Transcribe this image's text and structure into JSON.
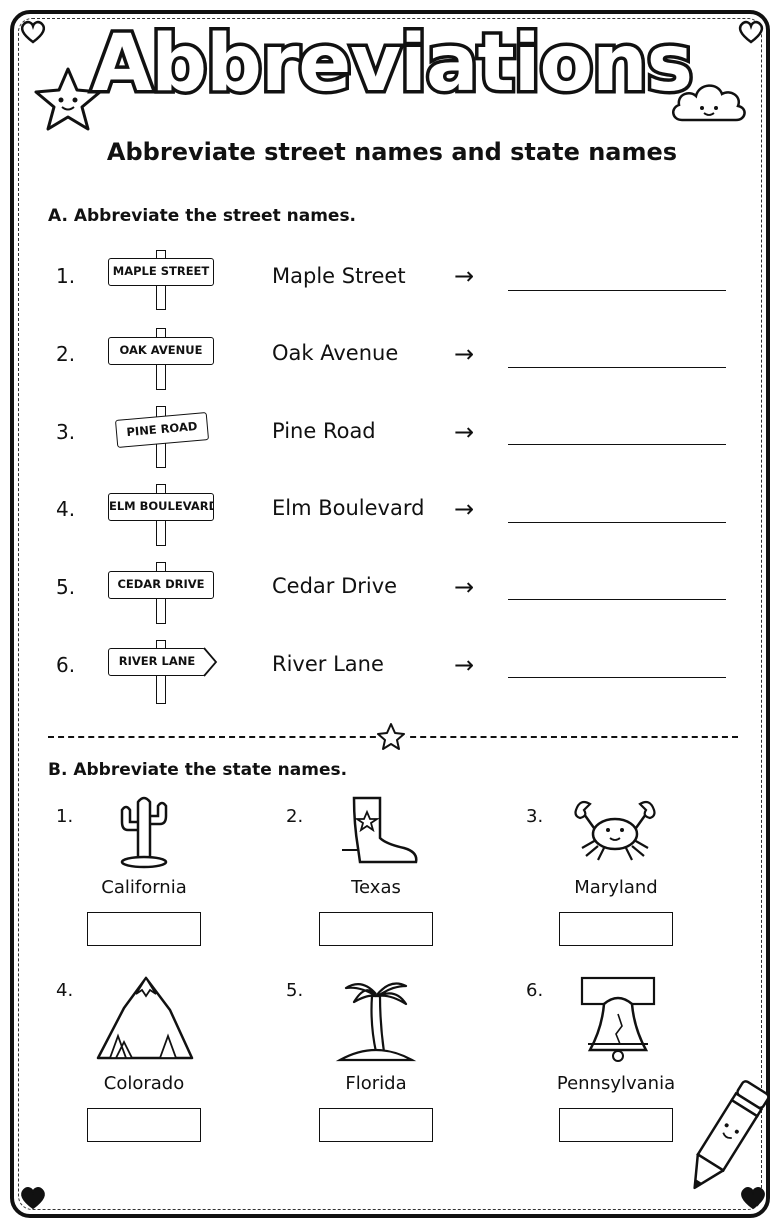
{
  "header": {
    "title": "Abbreviations",
    "subtitle": "Abbreviate street names and state names"
  },
  "sections": {
    "streets": {
      "heading": "A. Abbreviate the street names.",
      "items": [
        {
          "num": "1.",
          "sign": "MAPLE STREET",
          "name": "Maple Street",
          "arrow": "→"
        },
        {
          "num": "2.",
          "sign": "OAK AVENUE",
          "name": "Oak Avenue",
          "arrow": "→"
        },
        {
          "num": "3.",
          "sign": "PINE ROAD",
          "name": "Pine Road",
          "arrow": "→"
        },
        {
          "num": "4.",
          "sign": "ELM BOULEVARD",
          "name": "Elm Boulevard",
          "arrow": "→"
        },
        {
          "num": "5.",
          "sign": "CEDAR DRIVE",
          "name": "Cedar Drive",
          "arrow": "→"
        },
        {
          "num": "6.",
          "sign": "RIVER LANE",
          "name": "River Lane",
          "arrow": "→"
        }
      ]
    },
    "states": {
      "heading": "B. Abbreviate the state names.",
      "items": [
        {
          "num": "1.",
          "name": "California",
          "icon": "cactus-icon"
        },
        {
          "num": "2.",
          "name": "Texas",
          "icon": "cowboy-boot-icon"
        },
        {
          "num": "3.",
          "name": "Maryland",
          "icon": "crab-icon"
        },
        {
          "num": "4.",
          "name": "Colorado",
          "icon": "mountains-icon"
        },
        {
          "num": "5.",
          "name": "Florida",
          "icon": "palm-tree-icon"
        },
        {
          "num": "6.",
          "name": "Pennsylvania",
          "icon": "liberty-bell-icon"
        }
      ]
    }
  },
  "decorations": [
    "heart-icon",
    "star-icon",
    "cloud-icon",
    "pencil-icon"
  ]
}
